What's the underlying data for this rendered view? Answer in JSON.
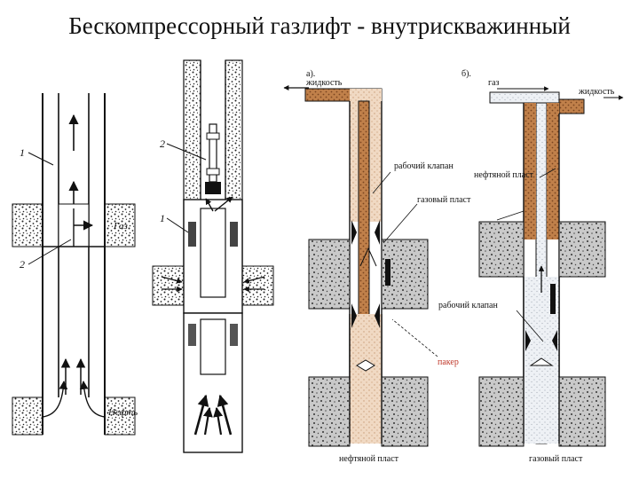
{
  "title": "Бескомпрессорный газлифт - внутрискважинный",
  "fig1": {
    "label_1": "1",
    "label_2": "2",
    "gas": "Газ",
    "oil": "Нефть"
  },
  "fig2": {
    "label_2": "2",
    "label_1": "1"
  },
  "fig3a": {
    "tag": "а).",
    "liquid": "жидкость",
    "work_valve": "рабочий клапан",
    "gas_layer": "газовый пласт",
    "packer": "пакер",
    "oil_layer": "нефтяной пласт"
  },
  "fig3b": {
    "tag": "б).",
    "gas": "газ",
    "liquid": "жидкость",
    "oil_layer": "нефтяной пласт",
    "work_valve": "рабочий клапан",
    "gas_layer": "газовый пласт"
  },
  "colors": {
    "brown": "#b5733f",
    "light_brown": "#e7c7a8",
    "ink": "#111111"
  }
}
